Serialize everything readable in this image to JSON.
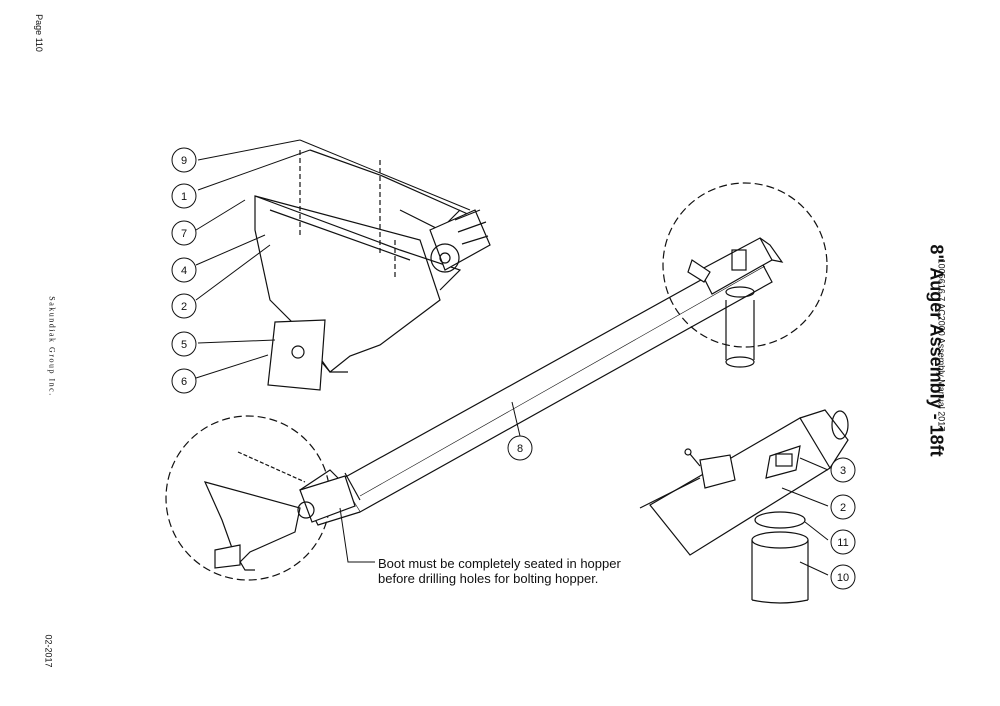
{
  "page": {
    "number": "Page 110",
    "company": "Sakundiak Group Inc.",
    "date": "02-2017"
  },
  "header": {
    "title": "8\" Auger Assembly - 18ft",
    "manual": "1005616 7 AC2000 Assembly Manual 2017"
  },
  "note": {
    "line1": "Boot must be completely seated in hopper",
    "line2": "before drilling holes for bolting hopper."
  },
  "callouts": [
    "9",
    "1",
    "7",
    "4",
    "2",
    "5",
    "6",
    "8",
    "3",
    "2",
    "11",
    "10"
  ]
}
